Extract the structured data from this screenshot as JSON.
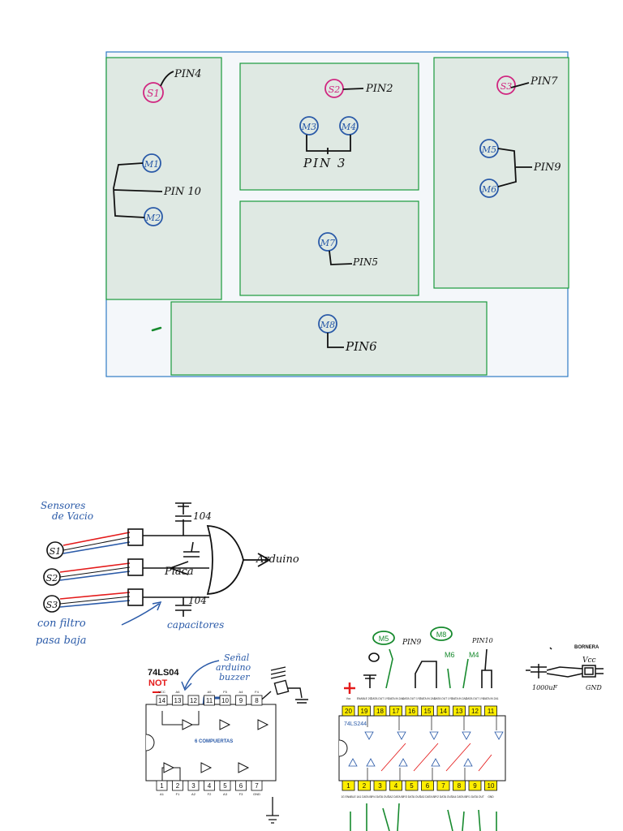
{
  "zones": {
    "z1": {
      "label": "PIN4",
      "sensor": "S1",
      "motors": [
        "M1",
        "M2"
      ],
      "motor_pin": "PIN 10"
    },
    "z2": {
      "label": "PIN2",
      "sensor": "S2",
      "motors": [
        "M3",
        "M4"
      ],
      "motor_pin": "PIN 3"
    },
    "z3": {
      "label": "PIN7",
      "sensor": "S3",
      "motors": [
        "M5",
        "M6"
      ],
      "motor_pin": "PIN9"
    },
    "z4": {
      "motor": "M7",
      "motor_pin": "PIN5"
    },
    "z5": {
      "motor": "M8",
      "motor_pin": "PIN6"
    }
  },
  "sensors_sketch": {
    "title_line1": "Sensores",
    "title_line2": "de Vacio",
    "inputs": [
      "S1",
      "S2",
      "S3"
    ],
    "cap_top": "104",
    "cap_bottom": "104",
    "board": "Placa",
    "output": "Arduino",
    "filter_line1": "con filtro",
    "filter_line2": "pasa baja",
    "capacitors": "capacitores"
  },
  "chip_not": {
    "part": "74LS04",
    "type": "NOT",
    "note_line1": "Señal",
    "note_line2": "arduino",
    "note_line3": "buzzer",
    "label_center": "6 COMPUERTAS",
    "top_pins": [
      "14",
      "13",
      "12",
      "11",
      "10",
      "9",
      "8"
    ],
    "top_names": [
      "VCC",
      "A6",
      "",
      "A5",
      "F5",
      "A4",
      "F4"
    ],
    "bottom_pins": [
      "1",
      "2",
      "3",
      "4",
      "5",
      "6",
      "7"
    ],
    "bottom_names": [
      "A1",
      "F1",
      "A2",
      "F2",
      "A3",
      "F3",
      "GND"
    ]
  },
  "chip_buffer": {
    "part": "74LS244",
    "top_pins": [
      "20",
      "19",
      "18",
      "17",
      "16",
      "15",
      "14",
      "13",
      "12",
      "11"
    ],
    "top_names": [
      "Vcc",
      "ENABLE 2G",
      "DATA OUT 1Y1",
      "DATA IN 2A4",
      "DATA OUT 1Y2",
      "DATA IN 2A3",
      "DATA OUT 1Y3",
      "DATA IN 2A2",
      "DATA OUT 1Y4",
      "DATA IN 2A1"
    ],
    "bottom_pins": [
      "1",
      "2",
      "3",
      "4",
      "5",
      "6",
      "7",
      "8",
      "9",
      "10"
    ],
    "bottom_names": [
      "1G ENABLE",
      "1A1 DATA IN",
      "2Y4 DATA OUT",
      "1A2 DATA IN",
      "2Y3 DATA OUT",
      "1A3 DATA IN",
      "2Y2 DATA OUT",
      "1A4 DATA IN",
      "2Y1 DATA OUT",
      "GND"
    ],
    "tags": [
      "M5",
      "PIN9",
      "M8",
      "M6",
      "M4",
      "PIN10"
    ]
  },
  "power": {
    "title": "BORNERA",
    "vcc": "Vcc",
    "gnd": "GND",
    "cap": "1000uF"
  },
  "colors": {
    "zone_border": "#1a9a3c",
    "zone_fill": "#dfe9e3",
    "outer_border": "#2f7bc4",
    "sensor": "#d02680",
    "motor": "#2a5aa8",
    "ink": "#111111",
    "green_ink": "#178a2e",
    "blue_ink": "#2a5aa8",
    "red": "#e41b1b",
    "pin_yellow": "#ffee00"
  }
}
